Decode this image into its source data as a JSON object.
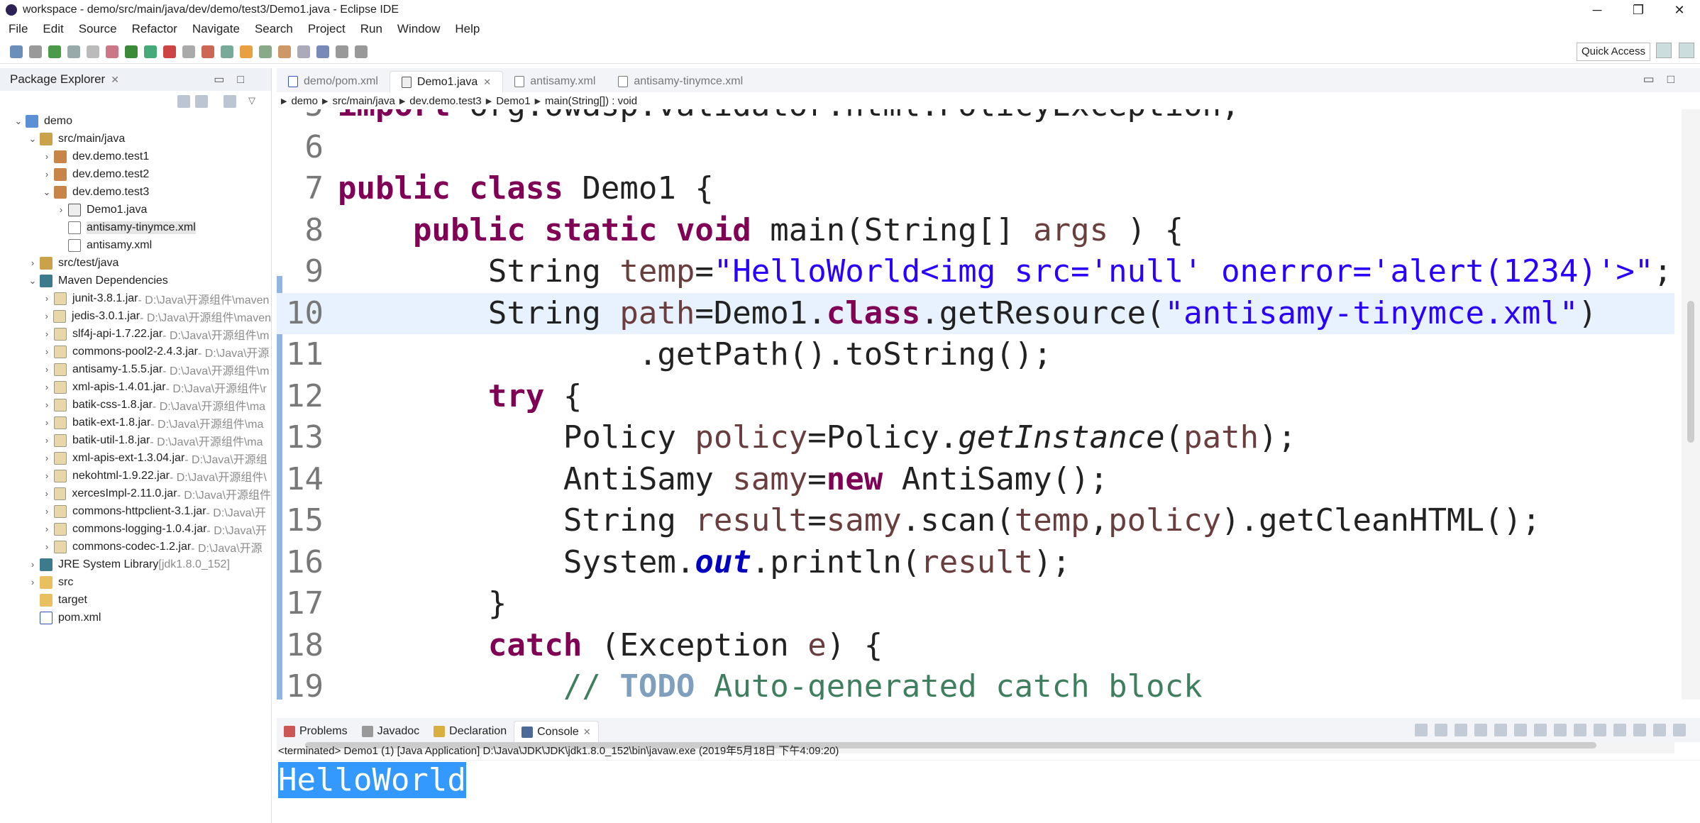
{
  "window": {
    "title": "workspace - demo/src/main/java/dev/demo/test3/Demo1.java - Eclipse IDE",
    "controls": [
      "─",
      "❐",
      "✕"
    ]
  },
  "menu": [
    "File",
    "Edit",
    "Source",
    "Refactor",
    "Navigate",
    "Search",
    "Project",
    "Run",
    "Window",
    "Help"
  ],
  "toolbar": {
    "quick_access": "Quick Access"
  },
  "package_explorer": {
    "title": "Package Explorer",
    "close": "✕",
    "items": [
      {
        "depth": 0,
        "tw": "⌄",
        "icon": "project",
        "label": "demo",
        "detail": ""
      },
      {
        "depth": 1,
        "tw": "⌄",
        "icon": "srcfolder",
        "label": "src/main/java",
        "detail": ""
      },
      {
        "depth": 2,
        "tw": "›",
        "icon": "package",
        "label": "dev.demo.test1",
        "detail": ""
      },
      {
        "depth": 2,
        "tw": "›",
        "icon": "package",
        "label": "dev.demo.test2",
        "detail": ""
      },
      {
        "depth": 2,
        "tw": "⌄",
        "icon": "package",
        "label": "dev.demo.test3",
        "detail": ""
      },
      {
        "depth": 3,
        "tw": "›",
        "icon": "java",
        "label": "Demo1.java",
        "detail": ""
      },
      {
        "depth": 3,
        "tw": "",
        "icon": "xml",
        "label": "antisamy-tinymce.xml",
        "detail": "",
        "selected": true
      },
      {
        "depth": 3,
        "tw": "",
        "icon": "xml",
        "label": "antisamy.xml",
        "detail": ""
      },
      {
        "depth": 1,
        "tw": "›",
        "icon": "srcfolder",
        "label": "src/test/java",
        "detail": ""
      },
      {
        "depth": 1,
        "tw": "⌄",
        "icon": "lib",
        "label": "Maven Dependencies",
        "detail": ""
      },
      {
        "depth": 2,
        "tw": "›",
        "icon": "jar",
        "label": "junit-3.8.1.jar",
        "detail": " - D:\\Java\\开源组件\\maven"
      },
      {
        "depth": 2,
        "tw": "›",
        "icon": "jar",
        "label": "jedis-3.0.1.jar",
        "detail": " - D:\\Java\\开源组件\\maven"
      },
      {
        "depth": 2,
        "tw": "›",
        "icon": "jar",
        "label": "slf4j-api-1.7.22.jar",
        "detail": " - D:\\Java\\开源组件\\m"
      },
      {
        "depth": 2,
        "tw": "›",
        "icon": "jar",
        "label": "commons-pool2-2.4.3.jar",
        "detail": " - D:\\Java\\开源"
      },
      {
        "depth": 2,
        "tw": "›",
        "icon": "jar",
        "label": "antisamy-1.5.5.jar",
        "detail": " - D:\\Java\\开源组件\\m"
      },
      {
        "depth": 2,
        "tw": "›",
        "icon": "jar",
        "label": "xml-apis-1.4.01.jar",
        "detail": " - D:\\Java\\开源组件\\r"
      },
      {
        "depth": 2,
        "tw": "›",
        "icon": "jar",
        "label": "batik-css-1.8.jar",
        "detail": " - D:\\Java\\开源组件\\ma"
      },
      {
        "depth": 2,
        "tw": "›",
        "icon": "jar",
        "label": "batik-ext-1.8.jar",
        "detail": " - D:\\Java\\开源组件\\ma"
      },
      {
        "depth": 2,
        "tw": "›",
        "icon": "jar",
        "label": "batik-util-1.8.jar",
        "detail": " - D:\\Java\\开源组件\\ma"
      },
      {
        "depth": 2,
        "tw": "›",
        "icon": "jar",
        "label": "xml-apis-ext-1.3.04.jar",
        "detail": " - D:\\Java\\开源组"
      },
      {
        "depth": 2,
        "tw": "›",
        "icon": "jar",
        "label": "nekohtml-1.9.22.jar",
        "detail": " - D:\\Java\\开源组件\\"
      },
      {
        "depth": 2,
        "tw": "›",
        "icon": "jar",
        "label": "xercesImpl-2.11.0.jar",
        "detail": " - D:\\Java\\开源组件"
      },
      {
        "depth": 2,
        "tw": "›",
        "icon": "jar",
        "label": "commons-httpclient-3.1.jar",
        "detail": " - D:\\Java\\开"
      },
      {
        "depth": 2,
        "tw": "›",
        "icon": "jar",
        "label": "commons-logging-1.0.4.jar",
        "detail": " - D:\\Java\\开"
      },
      {
        "depth": 2,
        "tw": "›",
        "icon": "jar",
        "label": "commons-codec-1.2.jar",
        "detail": " - D:\\Java\\开源"
      },
      {
        "depth": 1,
        "tw": "›",
        "icon": "lib",
        "label": "JRE System Library",
        "detail": " [jdk1.8.0_152]"
      },
      {
        "depth": 1,
        "tw": "›",
        "icon": "folder",
        "label": "src",
        "detail": ""
      },
      {
        "depth": 1,
        "tw": "",
        "icon": "folder",
        "label": "target",
        "detail": ""
      },
      {
        "depth": 1,
        "tw": "",
        "icon": "pom",
        "label": "pom.xml",
        "detail": ""
      }
    ]
  },
  "editor": {
    "tabs": [
      {
        "label": "demo/pom.xml",
        "active": false
      },
      {
        "label": "Demo1.java",
        "active": true
      },
      {
        "label": "antisamy.xml",
        "active": false
      },
      {
        "label": "antisamy-tinymce.xml",
        "active": false
      }
    ],
    "breadcrumb": [
      "demo",
      "src/main/java",
      "dev.demo.test3",
      "Demo1",
      "main(String[]) : void"
    ],
    "lines": [
      {
        "n": "5",
        "t": [
          [
            "k",
            "import "
          ],
          [
            "",
            "org.owasp.validator.html.PolicyException;"
          ]
        ]
      },
      {
        "n": "6",
        "t": []
      },
      {
        "n": "7",
        "t": [
          [
            "k",
            "public class "
          ],
          [
            "",
            "Demo1 {"
          ]
        ]
      },
      {
        "n": "8",
        "t": [
          [
            "",
            "    "
          ],
          [
            "k",
            "public static void "
          ],
          [
            "",
            "main(String[] "
          ],
          [
            "v",
            "args"
          ],
          [
            "",
            " ) {"
          ]
        ]
      },
      {
        "n": "9",
        "t": [
          [
            "",
            "        String "
          ],
          [
            "v",
            "temp"
          ],
          [
            "",
            "="
          ],
          [
            "s",
            "\"HelloWorld<img src='null' onerror='alert(1234)'>\""
          ],
          [
            "",
            ";"
          ]
        ]
      },
      {
        "n": "10",
        "cur": true,
        "t": [
          [
            "",
            "        String "
          ],
          [
            "v",
            "path"
          ],
          [
            "",
            "=Demo1."
          ],
          [
            "k",
            "class"
          ],
          [
            "",
            ".getResource("
          ],
          [
            "s",
            "\"antisamy-tinymce.xml\""
          ],
          [
            "",
            ")"
          ]
        ]
      },
      {
        "n": "11",
        "t": [
          [
            "",
            "                .getPath().toString();"
          ]
        ]
      },
      {
        "n": "12",
        "t": [
          [
            "",
            "        "
          ],
          [
            "k",
            "try"
          ],
          [
            "",
            " {"
          ]
        ]
      },
      {
        "n": "13",
        "t": [
          [
            "",
            "            Policy "
          ],
          [
            "v",
            "policy"
          ],
          [
            "",
            "=Policy."
          ],
          [
            "i",
            "getInstance"
          ],
          [
            "",
            "("
          ],
          [
            "v",
            "path"
          ],
          [
            "",
            ");"
          ]
        ]
      },
      {
        "n": "14",
        "t": [
          [
            "",
            "            AntiSamy "
          ],
          [
            "v",
            "samy"
          ],
          [
            "",
            "="
          ],
          [
            "k",
            "new"
          ],
          [
            "",
            " AntiSamy();"
          ]
        ]
      },
      {
        "n": "15",
        "t": [
          [
            "",
            "            String "
          ],
          [
            "v",
            "result"
          ],
          [
            "",
            "="
          ],
          [
            "v",
            "samy"
          ],
          [
            "",
            ".scan("
          ],
          [
            "v",
            "temp"
          ],
          [
            "",
            ","
          ],
          [
            "v",
            "policy"
          ],
          [
            "",
            ").getCleanHTML();"
          ]
        ]
      },
      {
        "n": "16",
        "t": [
          [
            "",
            "            System."
          ],
          [
            "f",
            "out"
          ],
          [
            "",
            ".println("
          ],
          [
            "v",
            "result"
          ],
          [
            "",
            ");"
          ]
        ]
      },
      {
        "n": "17",
        "t": [
          [
            "",
            "        }"
          ]
        ]
      },
      {
        "n": "18",
        "t": [
          [
            "",
            "        "
          ],
          [
            "k",
            "catch"
          ],
          [
            "",
            " (Exception "
          ],
          [
            "v",
            "e"
          ],
          [
            "",
            ") {"
          ]
        ]
      },
      {
        "n": "19",
        "t": [
          [
            "",
            "            "
          ],
          [
            "c",
            "// "
          ],
          [
            "todo",
            "TODO"
          ],
          [
            "c",
            " Auto-generated catch block"
          ]
        ]
      }
    ]
  },
  "bottom": {
    "tabs": [
      {
        "label": "Problems",
        "active": false
      },
      {
        "label": "Javadoc",
        "active": false
      },
      {
        "label": "Declaration",
        "active": false
      },
      {
        "label": "Console",
        "active": true
      }
    ],
    "console_info": "<terminated> Demo1 (1) [Java Application] D:\\Java\\JDK\\JDK\\jdk1.8.0_152\\bin\\javaw.exe (2019年5月18日 下午4:09:20)",
    "output": "HelloWorld"
  }
}
